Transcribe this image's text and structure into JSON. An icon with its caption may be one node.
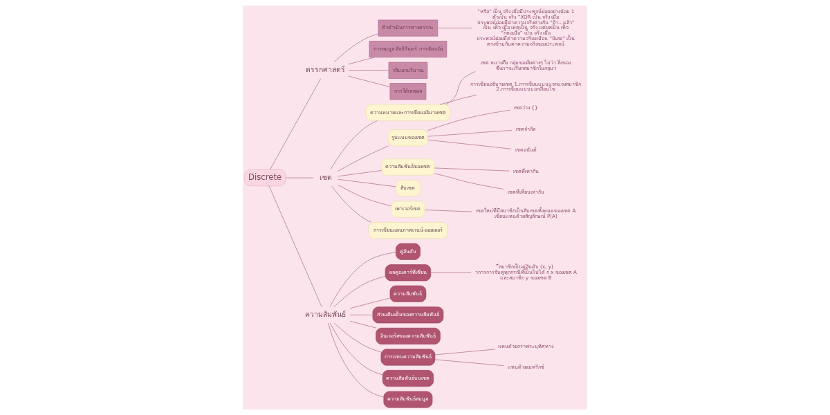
{
  "diagram": {
    "nodes": [
      {
        "text": [
          "Discrete"
        ]
      },
      {
        "text": [
          "ตรรกศาสตร์"
        ]
      },
      {
        "text": [
          "ตัวดำเนินการทางตรรกะ"
        ]
      },
      {
        "text": [
          "“หรือ” เป็น จริง เมื่อมีประพจน์ย่อยอย่างน้อย 1 ตัวเป็น จริง ”XOR เป็น จริง เมื่อ ประพจน์ย่อยมีค่าความจริงต่างกัน “ถ้า...แล้ว” เป็น เท็จ เมื่อ เหตุเป็น จริง แต่ผลเป็น เท็จ “ก็ต่อเมื่อ” เป็น จริง เมื่อ ประพจน์ย่อยมีค่าความจริงเหมือน “นิเสธ” เป็น ตรงข้ามกับค่าความจริงของประพจน์"
        ]
      },
      {
        "text": [
          "การสมมูล สัจนิรันดร์ การขัดแย้ง"
        ]
      },
      {
        "text": [
          "วลีบอกปริมาณ"
        ]
      },
      {
        "text": [
          "การให้เหตุผล"
        ]
      },
      {
        "text": [
          "เซต"
        ]
      },
      {
        "text": [
          "ความหมายและการเขียนอธิบายเซต"
        ]
      },
      {
        "text": [
          "เซต หมายถึง กลุ่มของสิ่งต่างๆ ไม่ว่า สิ่งของ ซึ่งเราจะเรียกสมาชิกในกลุ่มว่"
        ]
      },
      {
        "text": [
          "การเขียนอธิบายเซต 1.การเขียนแบบแจกแจงสมาชิก 2.การเขียนแบบบอกเงื่อนไข"
        ]
      },
      {
        "text": [
          "รูปแบบของเซต"
        ]
      },
      {
        "text": [
          "เซตว่าง {}"
        ]
      },
      {
        "text": [
          "เซตจำกัด"
        ]
      },
      {
        "text": [
          "เซตอนันต์"
        ]
      },
      {
        "text": [
          "ความสัมพันธ์ของเซต"
        ]
      },
      {
        "text": [
          "เซตที่เท่ากัน"
        ]
      },
      {
        "text": [
          "เซตที่เทียบเท่ากัน"
        ]
      },
      {
        "text": [
          "สับเซต"
        ]
      },
      {
        "text": [
          "เพาเวอร์เซต"
        ]
      },
      {
        "text": [
          "เซตใหม่ที่มีสมาชิกเป็นสับเซตทั้งหมดของเซต A เขียนแทนด้วยสัญลักษณ์ P(A)"
        ]
      },
      {
        "text": [
          "การเขียนแผนภาพเวนน์-ออยเลอร์"
        ]
      },
      {
        "text": [
          "ความสัมพันธ์"
        ]
      },
      {
        "text": [
          "คู่อันดับ"
        ]
      },
      {
        "text": [
          "ผลคูณคาร์ทีเซียน"
        ]
      },
      {
        "text": [
          "ี่สมาชิกเป็นคู่อันดับ (x, y) าการการจับคู่ทุกกรณีที่เป็นไปได้ ก x ของเซต A และสมาชิก y ของเซต B"
        ]
      },
      {
        "text": [
          "ความสัมพันธ์"
        ]
      },
      {
        "text": [
          "ส่วนเติมเต็มของความสัมพันธ์"
        ]
      },
      {
        "text": [
          "อินเวอร์สของความสัมพันธ์"
        ]
      },
      {
        "text": [
          "การแทนความสัมพันธ์"
        ]
      },
      {
        "text": [
          "แทนด้วยกราฟระบุทิศทาง"
        ]
      },
      {
        "text": [
          "แทนด้วยเมทริกซ์"
        ]
      },
      {
        "text": [
          "ความสัมพันธ์บนเซต"
        ]
      },
      {
        "text": [
          "ความสัมพันธ์สมมูล"
        ]
      }
    ],
    "edges": [
      {
        "from": 0,
        "to": 1,
        "arrow": "none"
      },
      {
        "from": 1,
        "to": 2,
        "arrow": "none"
      },
      {
        "from": 2,
        "to": 3,
        "arrow": "none"
      },
      {
        "from": 1,
        "to": 4,
        "arrow": "none"
      },
      {
        "from": 1,
        "to": 5,
        "arrow": "none"
      },
      {
        "from": 1,
        "to": 6,
        "arrow": "none"
      },
      {
        "from": 0,
        "to": 7,
        "arrow": "none"
      },
      {
        "from": 7,
        "to": 8,
        "arrow": "none"
      },
      {
        "from": 8,
        "to": 9,
        "arrow": "none"
      },
      {
        "from": 8,
        "to": 10,
        "arrow": "none"
      },
      {
        "from": 7,
        "to": 11,
        "arrow": "none"
      },
      {
        "from": 11,
        "to": 12,
        "arrow": "none"
      },
      {
        "from": 11,
        "to": 13,
        "arrow": "none"
      },
      {
        "from": 11,
        "to": 14,
        "arrow": "none"
      },
      {
        "from": 7,
        "to": 15,
        "arrow": "none"
      },
      {
        "from": 15,
        "to": 16,
        "arrow": "none"
      },
      {
        "from": 15,
        "to": 17,
        "arrow": "none"
      },
      {
        "from": 7,
        "to": 18,
        "arrow": "none"
      },
      {
        "from": 7,
        "to": 19,
        "arrow": "none"
      },
      {
        "from": 19,
        "to": 20,
        "arrow": "none"
      },
      {
        "from": 7,
        "to": 21,
        "arrow": "none"
      },
      {
        "from": 0,
        "to": 22,
        "arrow": "none"
      },
      {
        "from": 22,
        "to": 23,
        "arrow": "none"
      },
      {
        "from": 22,
        "to": 24,
        "arrow": "none"
      },
      {
        "from": 24,
        "to": 25,
        "arrow": "none"
      },
      {
        "from": 22,
        "to": 26,
        "arrow": "none"
      },
      {
        "from": 22,
        "to": 27,
        "arrow": "none"
      },
      {
        "from": 22,
        "to": 28,
        "arrow": "none"
      },
      {
        "from": 22,
        "to": 29,
        "arrow": "none"
      },
      {
        "from": 29,
        "to": 30,
        "arrow": "none"
      },
      {
        "from": 29,
        "to": 31,
        "arrow": "none"
      },
      {
        "from": 22,
        "to": 32,
        "arrow": "none"
      },
      {
        "from": 22,
        "to": 33,
        "arrow": "none"
      }
    ]
  }
}
